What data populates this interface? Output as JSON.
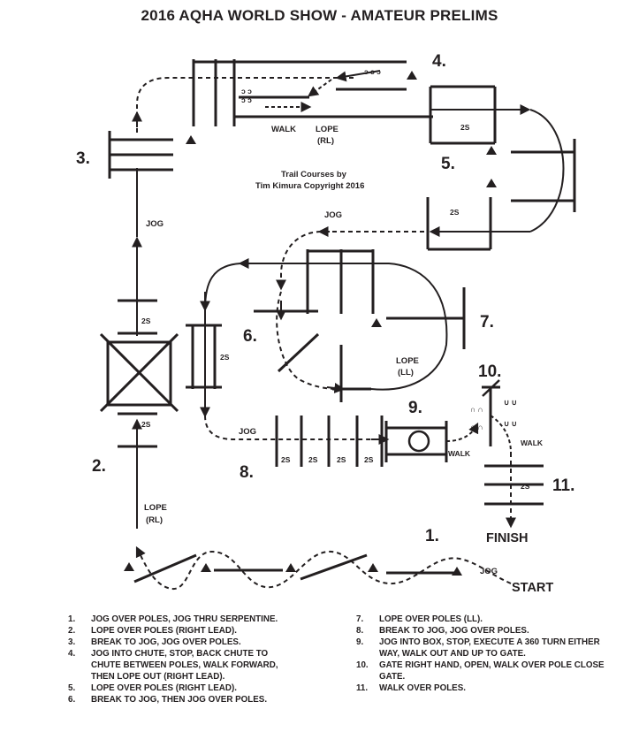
{
  "title": "2016 AQHA WORLD SHOW - AMATEUR PRELIMS",
  "credit": {
    "line1": "Trail Courses by",
    "line2": "Tim Kimura  Copyright 2016"
  },
  "obstacle_numbers": [
    "1.",
    "2.",
    "3.",
    "4.",
    "5.",
    "6.",
    "7.",
    "8.",
    "9.",
    "10.",
    "11."
  ],
  "gait_labels": {
    "jog": "JOG",
    "walk": "WALK",
    "lope": "LOPE",
    "rl": "(RL)",
    "ll": "(LL)",
    "spacing": "2S"
  },
  "start_label": "START",
  "finish_label": "FINISH",
  "legend_left": [
    {
      "num": "1.",
      "text": "JOG OVER POLES, JOG THRU SERPENTINE."
    },
    {
      "num": "2.",
      "text": "LOPE OVER POLES (RIGHT LEAD)."
    },
    {
      "num": "3.",
      "text": "BREAK TO JOG, JOG OVER POLES."
    },
    {
      "num": "4.",
      "text": "JOG INTO CHUTE, STOP, BACK CHUTE TO CHUTE BETWEEN POLES, WALK FORWARD, THEN LOPE OUT (RIGHT LEAD)."
    },
    {
      "num": "5.",
      "text": "LOPE OVER POLES (RIGHT LEAD)."
    },
    {
      "num": "6.",
      "text": "BREAK TO JOG, THEN JOG OVER POLES."
    }
  ],
  "legend_right": [
    {
      "num": "7.",
      "text": "LOPE OVER POLES (LL)."
    },
    {
      "num": "8.",
      "text": "BREAK TO JOG, JOG OVER POLES."
    },
    {
      "num": "9.",
      "text": "JOG INTO BOX, STOP, EXECUTE A 360 TURN EITHER WAY, WALK OUT AND UP TO GATE."
    },
    {
      "num": "10.",
      "text": "GATE RIGHT HAND, OPEN, WALK OVER POLE CLOSE GATE."
    },
    {
      "num": "11.",
      "text": "WALK OVER POLES."
    }
  ]
}
